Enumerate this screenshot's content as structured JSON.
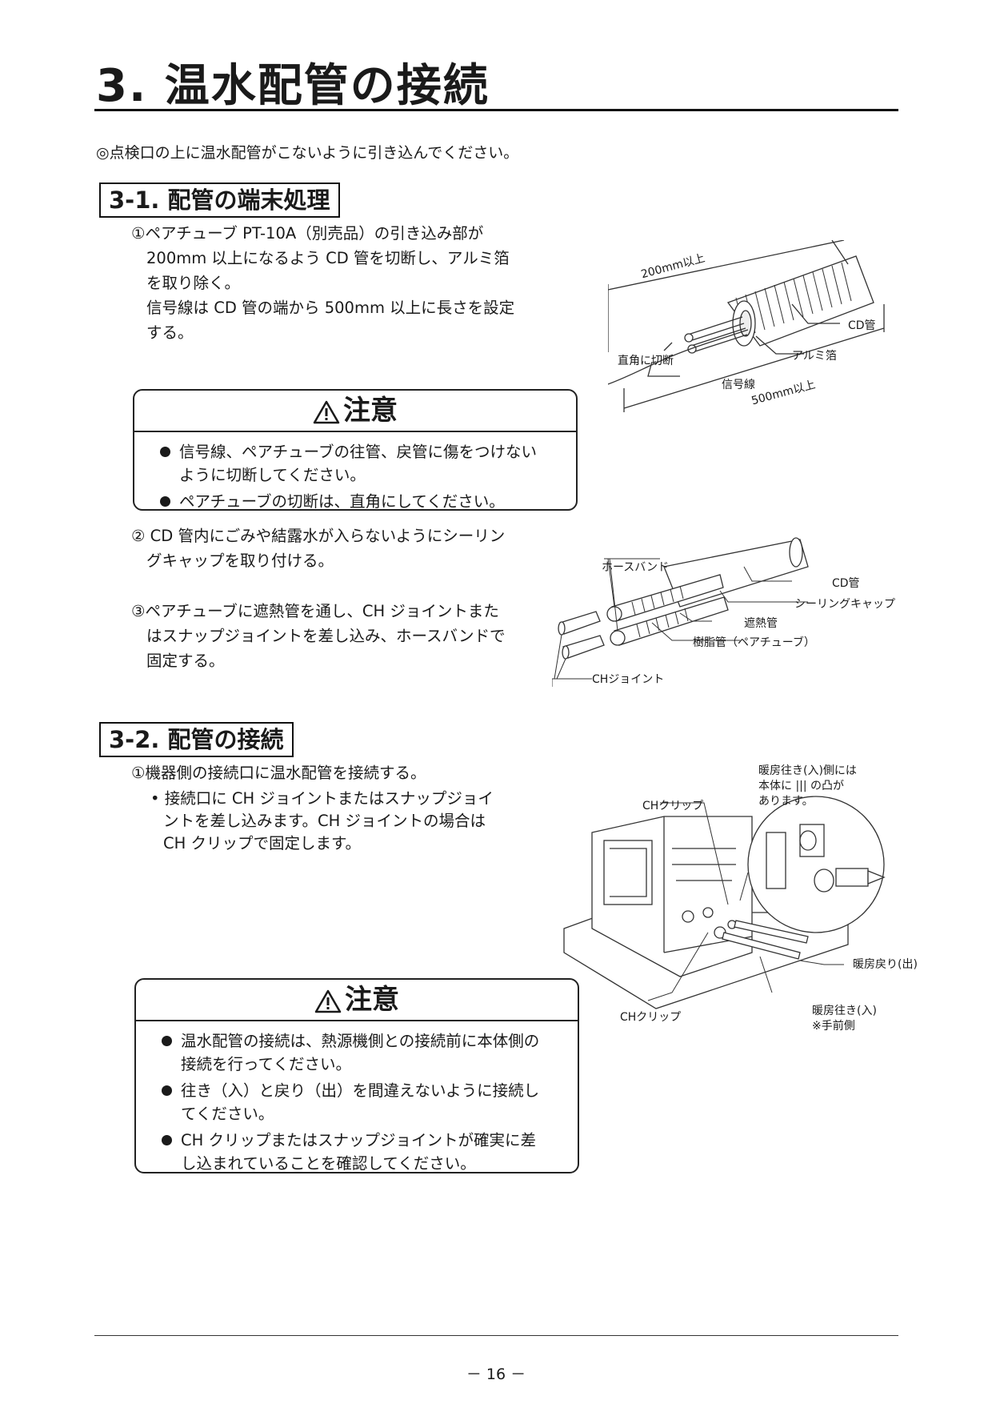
{
  "page": {
    "title": "3. 温水配管の接続",
    "intro": "◎点検口の上に温水配管がこないように引き込んでください。",
    "page_number": "－ 16 －"
  },
  "section1": {
    "heading": "3-1. 配管の端末処理",
    "step1_lines": [
      "①ペアチューブ PT-10A（別売品）の引き込み部が",
      "200mm 以上になるよう CD 管を切断し、アルミ箔",
      "を取り除く。",
      "信号線は CD 管の端から 500mm 以上に長さを設定",
      "する。"
    ],
    "caution": {
      "title": "注意",
      "items": [
        "信号線、ペアチューブの往管、戻管に傷をつけない\nように切断してください。",
        "ペアチューブの切断は、直角にしてください。"
      ]
    },
    "step2_lines": [
      "② CD 管内にごみや結露水が入らないようにシーリン",
      "グキャップを取り付ける。"
    ],
    "step3_lines": [
      "③ペアチューブに遮熱管を通し、CH ジョイントまた",
      "はスナップジョイントを差し込み、ホースバンドで",
      "固定する。"
    ],
    "figure1": {
      "label_200": "200mm以上",
      "label_cd": "CD管",
      "label_cut": "直角に切断",
      "label_alu": "アルミ箔",
      "label_signal": "信号線",
      "label_500": "500mm以上"
    },
    "figure2": {
      "label_hoseband": "ホースバンド",
      "label_cd": "CD管",
      "label_sealing": "シーリングキャップ",
      "label_shield": "遮熱管",
      "label_resin": "樹脂管（ペアチューブ）",
      "label_joint": "CHジョイント"
    }
  },
  "section2": {
    "heading": "3-2. 配管の接続",
    "step1": "①機器側の接続口に温水配管を接続する。",
    "sub_lines": [
      "• 接続口に CH ジョイントまたはスナップジョイ",
      "ントを差し込みます。CH ジョイントの場合は",
      "CH クリップで固定します。"
    ],
    "caution": {
      "title": "注意",
      "items": [
        "温水配管の接続は、熱源機側との接続前に本体側の\n接続を行ってください。",
        "往き（入）と戻り（出）を間違えないように接続し\nてください。",
        "CH クリップまたはスナップジョイントが確実に差\nし込まれていることを確認してください。"
      ]
    },
    "figure3": {
      "note_lines": [
        "暖房往き(入)側には",
        "本体に ||| の凸が",
        "あります。"
      ],
      "label_clip_top": "CHクリップ",
      "label_clip_bottom": "CHクリップ",
      "label_return": "暖房戻り(出)",
      "label_supply_lines": [
        "暖房往き(入)",
        "※手前側"
      ]
    }
  }
}
